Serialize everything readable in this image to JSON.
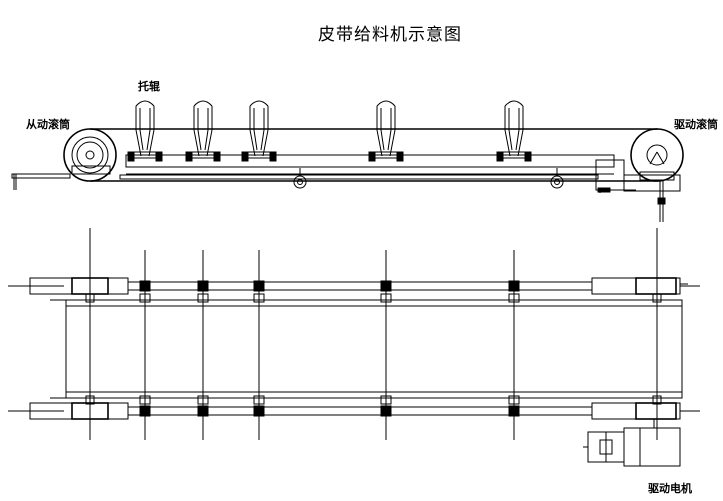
{
  "title": "皮带给料机示意图",
  "labels": {
    "idler": "托辊",
    "driven_pulley": "从动滚筒",
    "drive_pulley": "驱动滚筒",
    "drive_motor": "驱动电机"
  }
}
